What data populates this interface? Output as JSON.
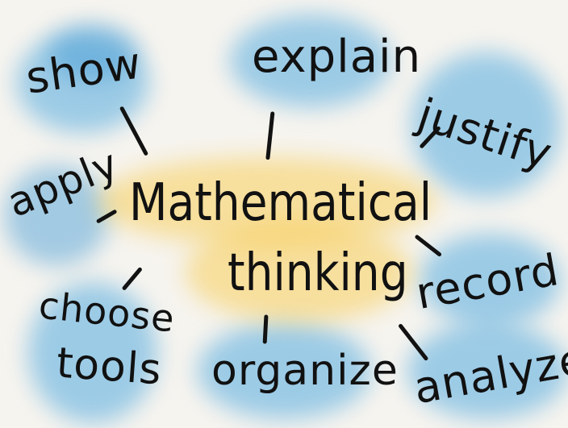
{
  "diagram": {
    "center": {
      "line1": "Mathematical",
      "line2": "thinking"
    },
    "branches": {
      "show": "show",
      "explain": "explain",
      "justify": "justify",
      "apply": "apply",
      "record": "record",
      "choose": "choose",
      "tools": "tools",
      "organize": "organize",
      "analyze": "analyze"
    }
  },
  "colors": {
    "background": "#f6f4ef",
    "ink": "#111111",
    "watercolor_blue": "#52aade",
    "watercolor_yellow": "#f7cd5a"
  }
}
